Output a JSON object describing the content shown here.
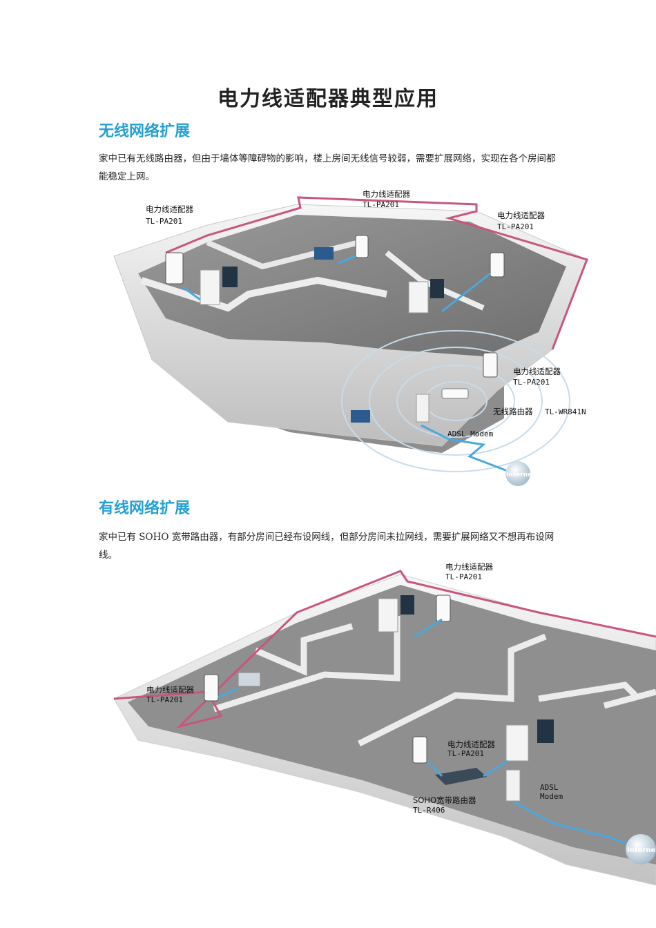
{
  "title": "电力线适配器典型应用",
  "sections": [
    {
      "heading": "无线网络扩展",
      "paragraph": "家中已有无线路由器，但由于墙体等障碍物的影响，楼上房间无线信号较弱，需要扩展网络，实现在各个房间都能稳定上网。",
      "labels": {
        "adapter_cn": "电力线适配器",
        "adapter_model": "TL-PA201",
        "router_cn": "无线路由器",
        "router_model": "TL-WR841N",
        "modem": "ADSL Modem",
        "internet": "Internet"
      }
    },
    {
      "heading": "有线网络扩展",
      "paragraph": "家中已有 SOHO 宽带路由器，有部分房间已经布设网线，但部分房间未拉网线，需要扩展网络又不想再布设网线。",
      "labels": {
        "adapter_cn": "电力线适配器",
        "adapter_model": "TL-PA201",
        "router_cn": "SOHO宽带路由器",
        "router_model": "TL-R406",
        "modem_1": "ADSL",
        "modem_2": "Modem",
        "internet": "Interne"
      }
    }
  ],
  "colors": {
    "heading": "#23a0d3",
    "powerline": "#c8557f",
    "cable": "#4aa8de",
    "floor": "#8a8a8a",
    "wall": "#d9d9d9"
  }
}
